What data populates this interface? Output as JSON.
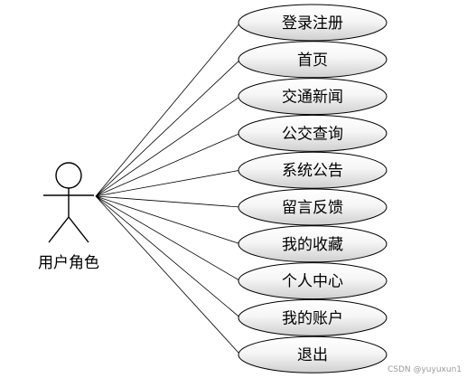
{
  "diagram": {
    "type": "use-case",
    "actor": {
      "label": "用户角色"
    },
    "use_cases": [
      {
        "label": "登录注册"
      },
      {
        "label": "首页"
      },
      {
        "label": "交通新闻"
      },
      {
        "label": "公交查询"
      },
      {
        "label": "系统公告"
      },
      {
        "label": "留言反馈"
      },
      {
        "label": "我的收藏"
      },
      {
        "label": "个人中心"
      },
      {
        "label": "我的账户"
      },
      {
        "label": "退出"
      }
    ],
    "colors": {
      "ellipse_gradient_top": "#ffffff",
      "ellipse_gradient_bottom": "#cfcfcf",
      "stroke": "#000000"
    }
  },
  "watermark": "CSDN @yuyuxun1"
}
